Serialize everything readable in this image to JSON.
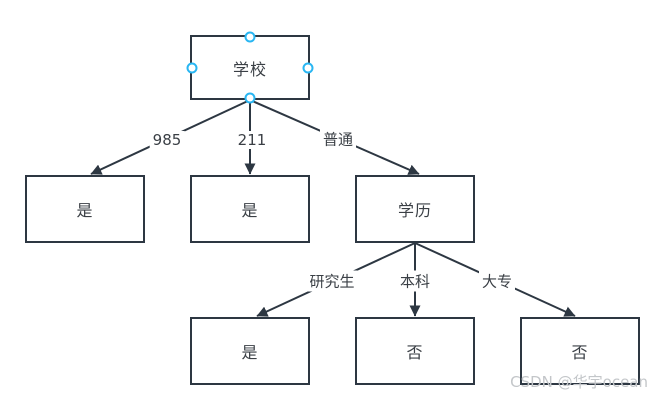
{
  "nodes": {
    "school": {
      "label": "学校"
    },
    "yes_985": {
      "label": "是"
    },
    "yes_211": {
      "label": "是"
    },
    "education": {
      "label": "学历"
    },
    "yes_grad": {
      "label": "是"
    },
    "no_bachelor": {
      "label": "否"
    },
    "no_college": {
      "label": "否"
    }
  },
  "edges": {
    "e985": {
      "label": "985"
    },
    "e211": {
      "label": "211"
    },
    "ordinary": {
      "label": "普通"
    },
    "graduate": {
      "label": "研究生"
    },
    "bachelor": {
      "label": "本科"
    },
    "college": {
      "label": "大专"
    }
  },
  "watermark": {
    "text": "CSDN @华宇ocean"
  },
  "colors": {
    "background": "#ffffff",
    "node_border": "#2d3742",
    "edge_line": "#2d3742",
    "text": "#3a3f45",
    "selection_handle": "#29b6f2",
    "watermark": "#c3c6c9"
  }
}
